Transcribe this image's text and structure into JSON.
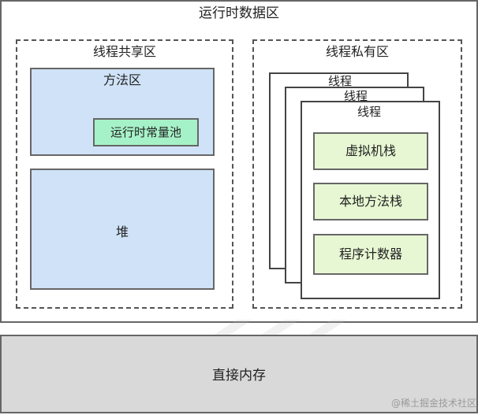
{
  "diagram": {
    "runtime_area": "运行时数据区",
    "shared_area": "线程共享区",
    "private_area": "线程私有区",
    "method_area": "方法区",
    "runtime_constant_pool": "运行时常量池",
    "heap": "堆",
    "threads": {
      "label_1": "线程",
      "label_2": "线程",
      "label_3": "线程"
    },
    "vm_stack": "虚拟机栈",
    "native_stack": "本地方法栈",
    "program_counter": "程序计数器",
    "direct_memory": "直接内存"
  },
  "watermark": "@稀土掘金技术社区",
  "colors": {
    "method_area": "#cfe2f7",
    "constant_pool": "#a6f2c8",
    "stack_boxes": "#e7f7d3",
    "direct_memory": "#d9d9d9",
    "border": "#666666"
  }
}
